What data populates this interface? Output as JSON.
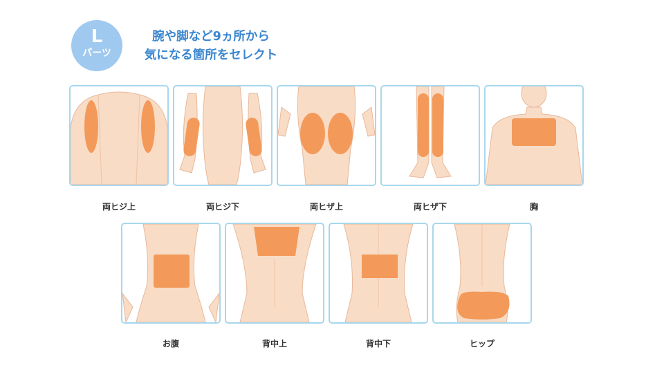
{
  "badge": {
    "letter": "L",
    "sub": "パーツ"
  },
  "headline": {
    "line1": "腕や脚など9ヵ所から",
    "line2": "気になる箇所をセレクト"
  },
  "colors": {
    "accent": "#3b86cf",
    "badge": "#9fc9ef",
    "card_border": "#a8d7ee",
    "skin": "#f8dcc6",
    "highlight": "#f39a5a"
  },
  "parts_row1": [
    {
      "label": "両ヒジ上"
    },
    {
      "label": "両ヒジ下"
    },
    {
      "label": "両ヒザ上"
    },
    {
      "label": "両ヒザ下"
    },
    {
      "label": "胸"
    }
  ],
  "parts_row2": [
    {
      "label": "お腹"
    },
    {
      "label": "背中上"
    },
    {
      "label": "背中下"
    },
    {
      "label": "ヒップ"
    }
  ]
}
